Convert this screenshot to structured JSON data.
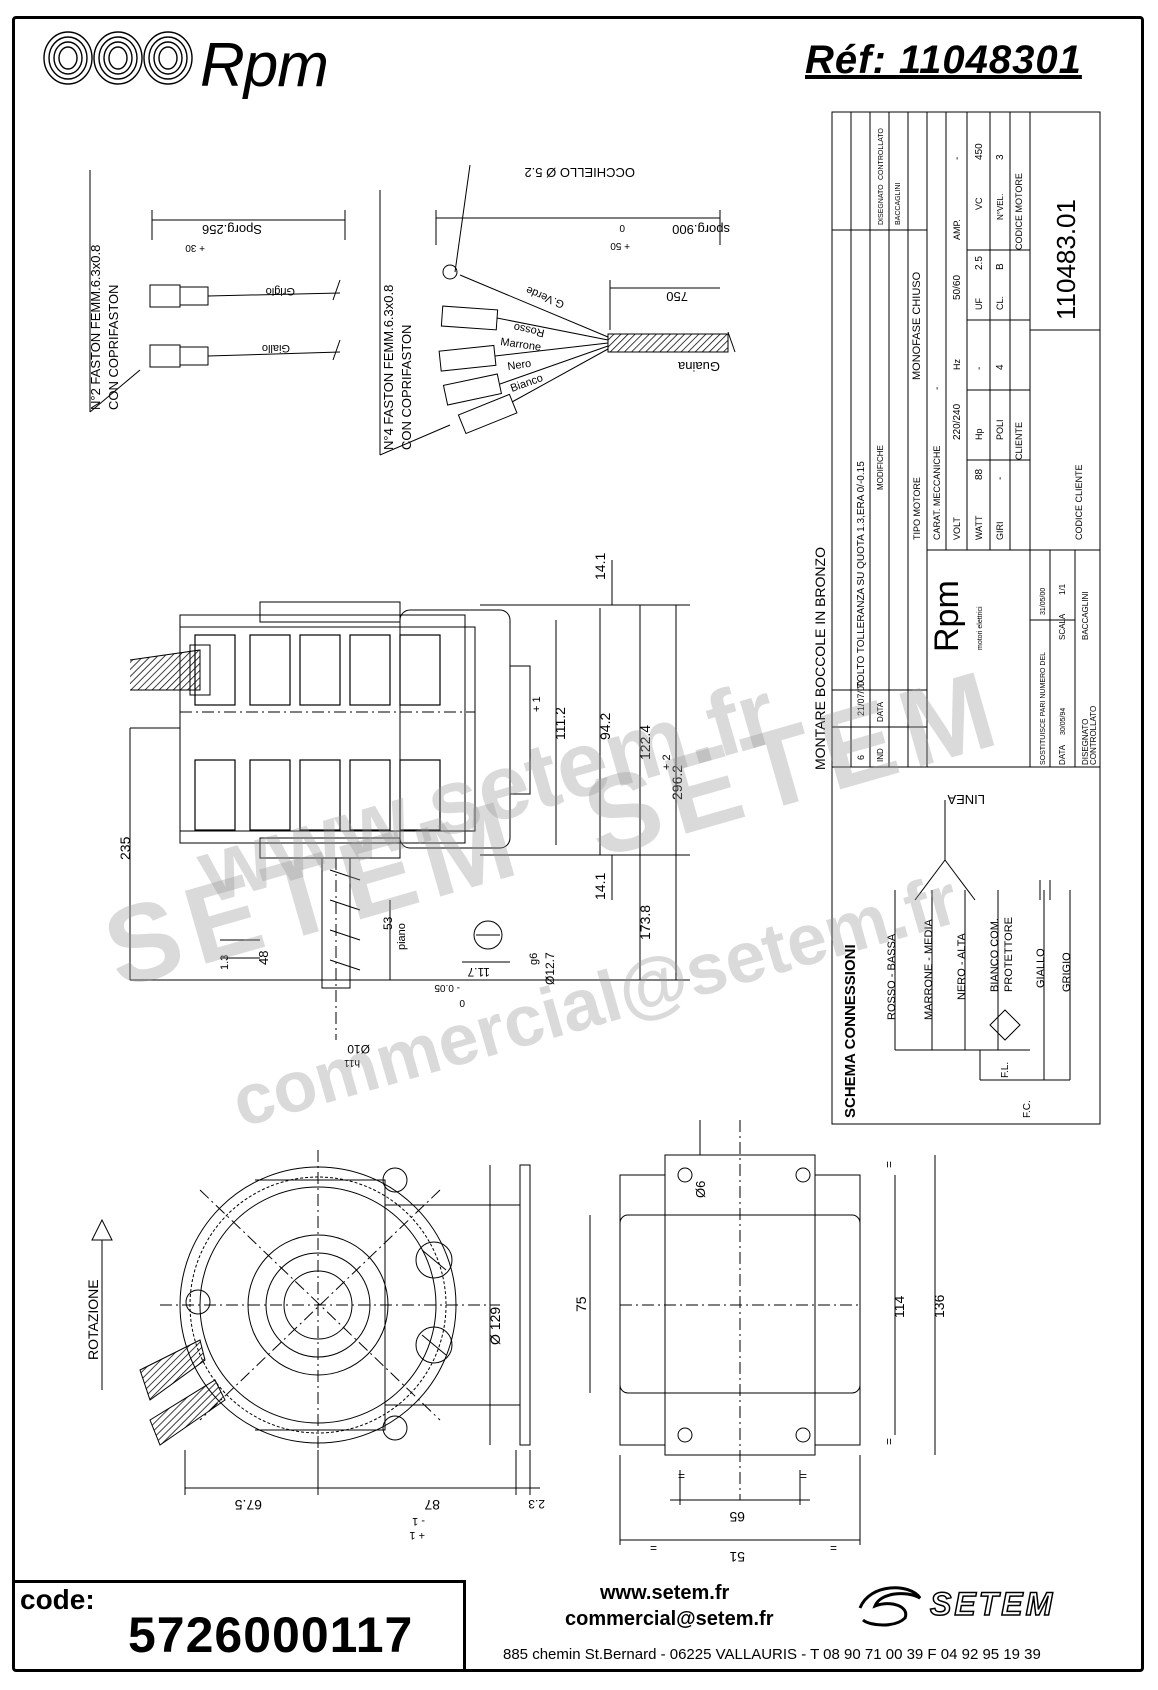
{
  "header": {
    "brand": "Rpm",
    "reference": "Réf:  11048301"
  },
  "wiring_notes": {
    "faston2": "N°2 FASTON FEMM.6.3x0.8",
    "faston2_sub": "CON COPRIFASTON",
    "faston4": "N°4 FASTON FEMM.6.3x0.8",
    "faston4_sub": "CON COPRIFASTON",
    "sporg_256": "Sporg.256",
    "plus30": "+ 30",
    "sporg_900": "sporg.900",
    "plus50": "+ 50",
    "zero": "0",
    "occhiello": "OCCHIELLO Ø 5.2",
    "len_750": "750",
    "wires": [
      "Grigio",
      "Giallo",
      "G.Verde",
      "Rosso",
      "Marrone",
      "Nero",
      "Bianco",
      "Guaina"
    ]
  },
  "side_view_dims": {
    "d235": "235",
    "d14_1a": "14.1",
    "d14_1b": "14.1",
    "d111_2": "111.2",
    "d94_2": "94.2",
    "d122_4": "122.4",
    "d296_2": "296.2",
    "d173_8": "173.8",
    "plus1": "+ 1",
    "plus2": "+ 2",
    "d53": "53",
    "piano": "piano",
    "d48": "48",
    "d1_3": "1.3",
    "d11_7": "11.7",
    "g6": "g6",
    "d12_7": "Ø12.7",
    "tol_0": "0",
    "tol_005": "- 0.05",
    "d10": "Ø10",
    "h11": "h11"
  },
  "front_view": {
    "rotazione": "ROTAZIONE",
    "d129": "Ø 129",
    "d67_5": "67.5",
    "d87": "87",
    "d2_3": "2.3",
    "tol_m1": "- 1",
    "tol_p1": "+ 1"
  },
  "bracket_view": {
    "d6": "Ø6",
    "d75": "75",
    "d114": "114",
    "d136": "136",
    "d65": "65",
    "d51": "51",
    "eq": "="
  },
  "title_block": {
    "note": "MONTARE BOCCOLE IN BRONZO",
    "modification": "TOLTO TOLLERANZA SU QUOTA 1.3,ERA 0/-0.15",
    "mod_index": "6",
    "mod_date": "21/07/00",
    "col_ind": "IND",
    "col_data": "DATA",
    "col_modifiche": "MODIFICHE",
    "col_disegnato": "DISEGNATO",
    "col_controllato": "CONTROLLATO",
    "disegnato_val": "BACCAGLINI",
    "tipo_motore_label": "TIPO MOTORE",
    "tipo_motore": "MONOFASE CHIUSO",
    "carat_label": "CARAT. MECCANICHE",
    "carat_val": "-",
    "volt_label": "VOLT",
    "volt": "220/240",
    "hz_label": "Hz",
    "hz": "50/60",
    "amp_label": "AMP.",
    "amp": "-",
    "watt_label": "WATT",
    "watt": "88",
    "hp_label": "Hp",
    "hp": "-",
    "uf_label": "UF",
    "uf": "2.5",
    "vc_label": "VC",
    "vc": "450",
    "giri_label": "GIRI",
    "giri": "-",
    "poli_label": "POLI",
    "poli": "4",
    "cl_label": "CL.",
    "cl": "B",
    "nvel_label": "N°VEL.",
    "nvel": "3",
    "cliente_label": "CLIENTE",
    "codice_motore_label": "CODICE MOTORE",
    "codice_motore": "110483.01",
    "codice_cliente_label": "CODICE CLIENTE",
    "rpm_logo": "Rpm",
    "rpm_sub": "motori elettrici",
    "sostituisce": "SOSTITUISCE PARI NUMERO DEL",
    "sostituisce_val": "31/05/00",
    "data_label": "DATA",
    "data_val": "30/05/94",
    "scala_label": "SCALA",
    "scala_val": "1/1",
    "disegnato_label": "DISEGNATO",
    "disegnato_name": "BACCAGLINI",
    "controllato_label": "CONTROLLATO"
  },
  "schema": {
    "title": "SCHEMA CONNESSIONI",
    "linea": "LINEA",
    "labels": [
      "ROSSO - BASSA",
      "MARRONE - MEDIA",
      "NERO - ALTA",
      "BIANCO COM.",
      "PROTETTORE",
      "GIALLO",
      "GRIGIO"
    ],
    "fl": "F.L.",
    "fc": "F.C."
  },
  "footer": {
    "code_label": "code:",
    "code_value": "5726000117",
    "website": "www.setem.fr",
    "email": "commercial@setem.fr",
    "address": "885 chemin St.Bernard  -  06225 VALLAURIS  -  T 08 90 71 00 39   F 04 92 95 19 39",
    "setem_logo": "SETEM"
  },
  "watermark": {
    "line1": "www.setem.fr",
    "line2": "SETEM",
    "line3": "SETEM",
    "line4": "commercial@setem.fr"
  }
}
